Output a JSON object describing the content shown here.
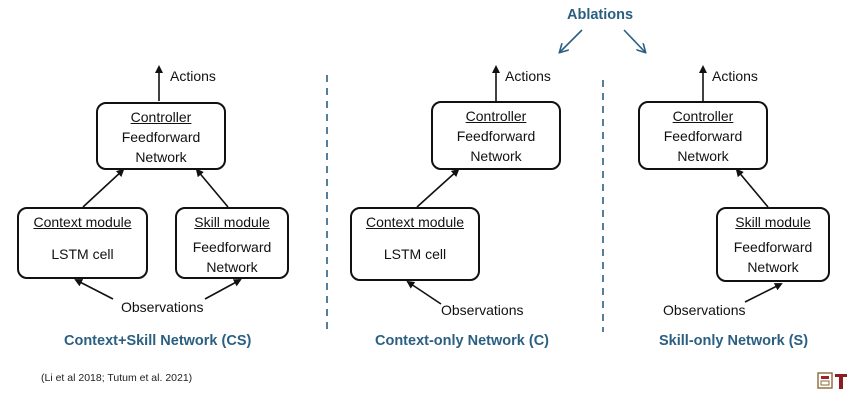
{
  "ablations": "Ablations",
  "citation": "(Li et al 2018; Tutum et al. 2021)",
  "colors": {
    "accent": "#2b5f82",
    "line": "#111111"
  },
  "panels": [
    {
      "actions": "Actions",
      "controller": {
        "title": "Controller",
        "body": [
          "Feedforward",
          "Network"
        ]
      },
      "context": {
        "title": "Context module",
        "body": [
          "LSTM cell"
        ]
      },
      "skill": {
        "title": "Skill module",
        "body": [
          "Feedforward",
          "Network"
        ]
      },
      "observations": "Observations",
      "caption": "Context+Skill Network (CS)"
    },
    {
      "actions": "Actions",
      "controller": {
        "title": "Controller",
        "body": [
          "Feedforward",
          "Network"
        ]
      },
      "context": {
        "title": "Context module",
        "body": [
          "LSTM cell"
        ]
      },
      "observations": "Observations",
      "caption": "Context-only Network (C)"
    },
    {
      "actions": "Actions",
      "controller": {
        "title": "Controller",
        "body": [
          "Feedforward",
          "Network"
        ]
      },
      "skill": {
        "title": "Skill module",
        "body": [
          "Feedforward",
          "Network"
        ]
      },
      "observations": "Observations",
      "caption": "Skill-only Network (S)"
    }
  ]
}
